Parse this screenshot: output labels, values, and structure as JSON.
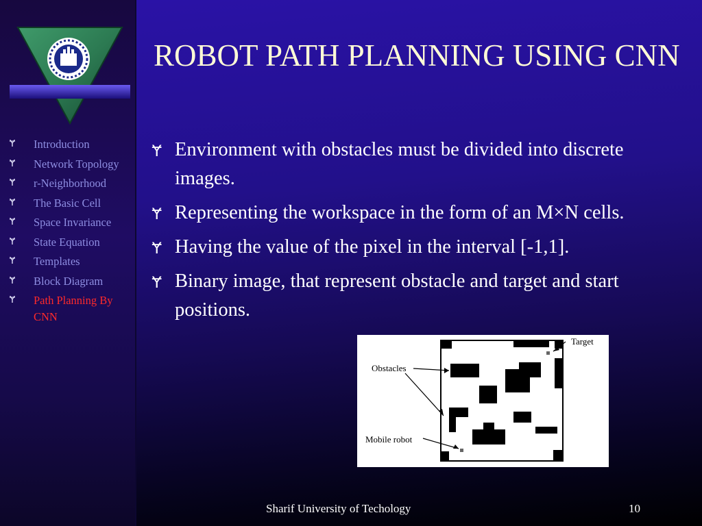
{
  "slide": {
    "title": "ROBOT PATH PLANNING USING CNN",
    "bullet_glyph": "Ɏ",
    "nav": [
      {
        "label": "Introduction",
        "active": false
      },
      {
        "label": "Network Topology",
        "active": false
      },
      {
        "label": "r-Neighborhood",
        "active": false
      },
      {
        "label": "The Basic Cell",
        "active": false
      },
      {
        "label": "Space Invariance",
        "active": false
      },
      {
        "label": "State Equation",
        "active": false
      },
      {
        "label": "Templates",
        "active": false
      },
      {
        "label": "Block Diagram",
        "active": false
      },
      {
        "label": "Path Planning By CNN",
        "active": true
      }
    ],
    "bullets": [
      "Environment with obstacles must be divided into discrete images.",
      "Representing the workspace in the form of an M×N cells.",
      "Having the value of the pixel in the interval [-1,1].",
      "Binary image, that represent obstacle and target and start positions."
    ],
    "figure": {
      "labels": {
        "target": "Target",
        "obstacles": "Obstacles",
        "robot": "Mobile robot"
      }
    },
    "footer": {
      "institution": "Sharif University of Techology",
      "page": "10"
    }
  },
  "colors": {
    "title": "#fffbd6",
    "nav_text": "#8e8ee2",
    "nav_active": "#ff2a2a"
  }
}
